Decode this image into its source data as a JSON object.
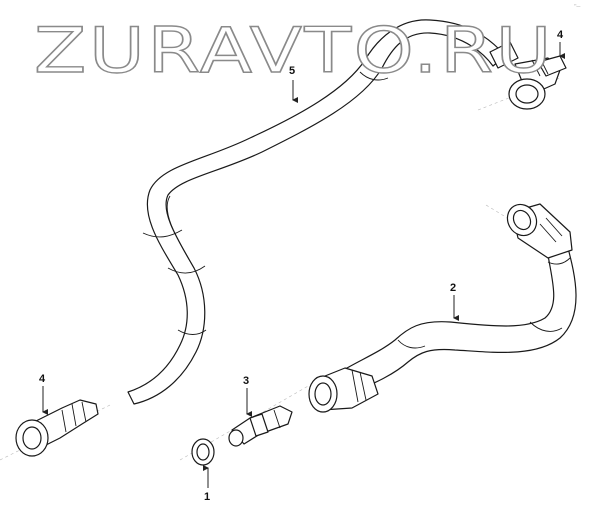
{
  "watermark": {
    "text": "ZURAVTO.RU"
  },
  "corner_mark": "°'—",
  "callouts": [
    {
      "id": "callout-1",
      "label": "1"
    },
    {
      "id": "callout-2",
      "label": "2"
    },
    {
      "id": "callout-3",
      "label": "3"
    },
    {
      "id": "callout-4-top",
      "label": "4"
    },
    {
      "id": "callout-4-left",
      "label": "4"
    },
    {
      "id": "callout-5",
      "label": "5"
    }
  ],
  "colors": {
    "line": "#1a1a1a",
    "watermark_outline": "#8a8a8a",
    "background": "#ffffff"
  }
}
